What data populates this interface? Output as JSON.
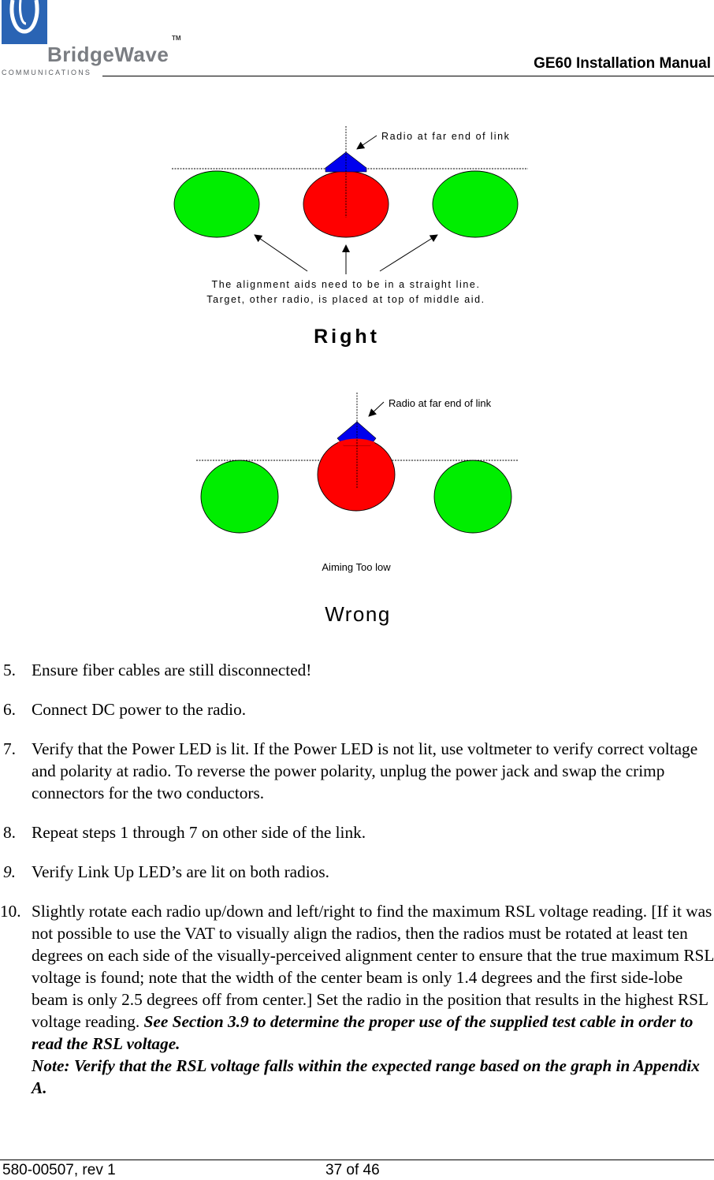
{
  "header": {
    "logo_wordmark": "BridgeWave",
    "logo_tm": "TM",
    "logo_sub": "COMMUNICATIONS",
    "manual_title": "GE60 Installation Manual"
  },
  "figure_right": {
    "callout": "Radio at far end of link",
    "note_line1": "The alignment aids need to be in a straight line.",
    "note_line2": "Target, other radio, is placed at top of middle aid.",
    "label": "Right"
  },
  "figure_wrong": {
    "callout": "Radio at far end of link",
    "note": "Aiming Too low",
    "label": "Wrong"
  },
  "colors": {
    "aid": "#00ee00",
    "target": "#ff0000",
    "radio": "#0000ee"
  },
  "steps": [
    {
      "num": "5.",
      "text": "Ensure fiber cables are still disconnected!",
      "emph": ""
    },
    {
      "num": "6.",
      "text": "Connect DC power to the radio.",
      "emph": ""
    },
    {
      "num": "7.",
      "text": "Verify that the Power LED is lit.  If the Power LED is not lit, use voltmeter to verify correct voltage and polarity at radio. To reverse the power polarity, unplug the power jack and swap the crimp connectors for the two conductors.",
      "emph": ""
    },
    {
      "num": "8.",
      "text": "Repeat steps 1 through 7 on other side of the link.",
      "emph": ""
    },
    {
      "num": "9.",
      "text": "Verify Link Up LED’s are lit on both radios.",
      "emph": ""
    },
    {
      "num": "10.",
      "text": "Slightly rotate each radio up/down and left/right to find the maximum RSL voltage reading. [If it was not possible to use the VAT to visually align the radios, then the radios must be rotated at least ten degrees on each side of the visually-perceived alignment center to ensure that the true maximum RSL voltage is found; note that the width of the center beam is only 1.4 degrees and the first side-lobe beam is only 2.5 degrees off from center.] Set the radio in the position that results in the highest RSL voltage reading. ",
      "emph": "See Section 3.9 to determine the proper use of the supplied test cable in order to read the RSL voltage.",
      "note": "Note: Verify that the RSL voltage falls within the expected range based on the graph in Appendix A."
    }
  ],
  "footer": {
    "doc_number": "580-00507, rev 1",
    "page": "37 of 46"
  }
}
